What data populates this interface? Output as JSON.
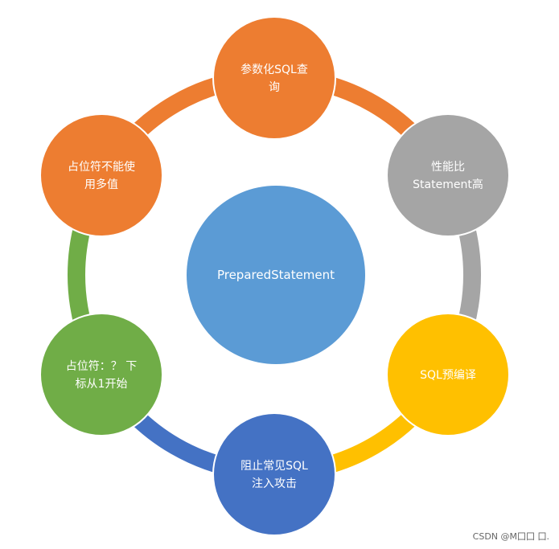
{
  "center": {
    "label": "PreparedStatement",
    "color": "#5b9bd5"
  },
  "nodes": [
    {
      "id": "parameterized-sql",
      "lines": [
        "参数化SQL查",
        "询"
      ],
      "color": "#ed7d31"
    },
    {
      "id": "performance",
      "lines": [
        "性能比",
        "Statement高"
      ],
      "color": "#a5a5a5"
    },
    {
      "id": "precompile",
      "lines": [
        "SQL预编译"
      ],
      "color": "#ffc000"
    },
    {
      "id": "prevent-injection",
      "lines": [
        "阻止常见SQL",
        "注入攻击"
      ],
      "color": "#4472c4"
    },
    {
      "id": "index-from-one",
      "lines": [
        "占位符：？ 下",
        "标从1开始"
      ],
      "color": "#70ad47"
    },
    {
      "id": "no-multi-value",
      "lines": [
        "占位符不能使",
        "用多值"
      ],
      "color": "#ed7d31"
    }
  ],
  "connectors": [
    {
      "from": "parameterized-sql",
      "to": "performance",
      "color": "#ed7d31"
    },
    {
      "from": "performance",
      "to": "precompile",
      "color": "#a5a5a5"
    },
    {
      "from": "precompile",
      "to": "prevent-injection",
      "color": "#ffc000"
    },
    {
      "from": "prevent-injection",
      "to": "index-from-one",
      "color": "#4472c4"
    },
    {
      "from": "index-from-one",
      "to": "no-multi-value",
      "color": "#70ad47"
    },
    {
      "from": "no-multi-value",
      "to": "parameterized-sql",
      "color": "#ed7d31"
    }
  ],
  "watermark": "CSDN @M囗囗 囗."
}
